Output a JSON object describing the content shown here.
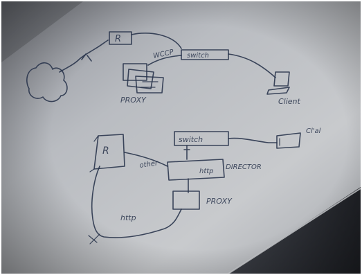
{
  "image": {
    "kind": "photo of hand-drawn network diagram sketch on paper"
  },
  "sketch": {
    "top": {
      "router_label": "R",
      "wccp_label": "WCCP",
      "switch_label": "switch",
      "proxy_label": "PROXY",
      "client_label": "Client"
    },
    "bottom": {
      "router_label": "R",
      "switch_label": "switch",
      "client_label": "Cl'al",
      "other_label": "other",
      "director_box_label": "http",
      "director_label": "DIRECTOR",
      "proxy_label": "PROXY",
      "http_loop_label": "http"
    }
  },
  "colors": {
    "paper_light": "#c9cbcf",
    "paper_dark": "#7c8088",
    "ink": "#27324a",
    "shadow": "#2a2d33"
  }
}
